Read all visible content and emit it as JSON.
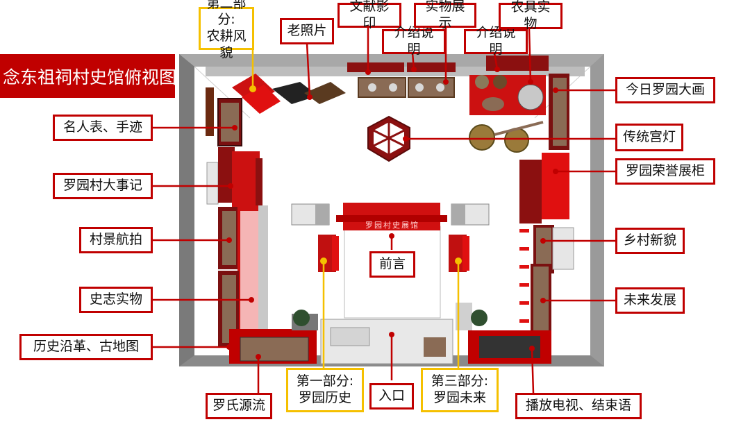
{
  "title": "念东祖祠村史馆俯视图",
  "entrance_sign": "罗园村史展馆",
  "colors": {
    "accent_red": "#c00000",
    "section_yellow": "#f5c000",
    "wall_gray": "#8a8a8a",
    "floor_white": "#ffffff"
  },
  "labels": {
    "part2": "第二部分:\n农耕风貌",
    "old_photos": "老照片",
    "doc_copy": "文献影印",
    "intro1": "介绍说明",
    "exhibit": "实物展示",
    "intro2": "介绍说明",
    "farm_tools": "农具实物",
    "celebrities": "名人表、手迹",
    "events": "罗园村大事记",
    "aerial": "村景航拍",
    "chronicle": "史志实物",
    "history": "历史沿革、古地图",
    "painting": "今日罗园大画",
    "lantern": "传统宫灯",
    "honor": "罗园荣誉展柜",
    "new_look": "乡村新貌",
    "future_dev": "未来发展",
    "preface": "前言",
    "origin": "罗氏源流",
    "part1": "第一部分:\n罗园历史",
    "entrance": "入口",
    "part3": "第三部分:\n罗园未来",
    "tv": "播放电视、结束语"
  }
}
